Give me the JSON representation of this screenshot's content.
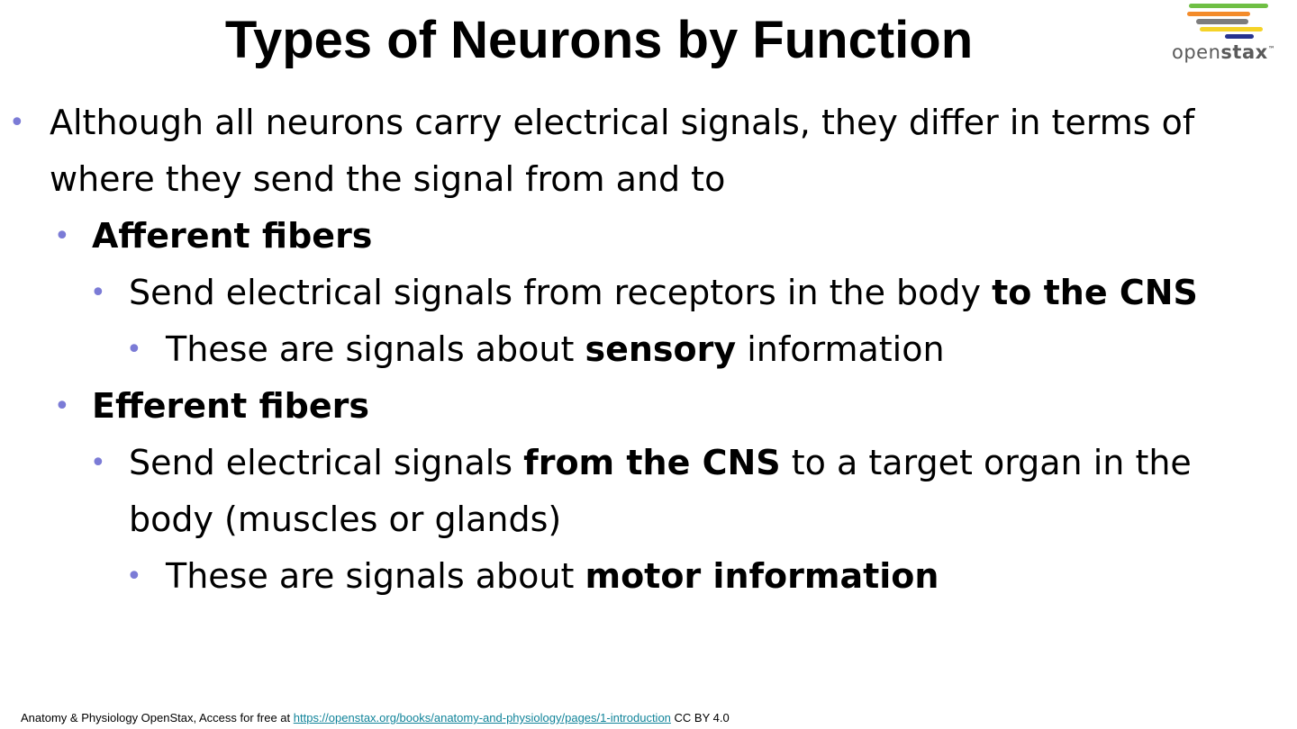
{
  "slide": {
    "title": "Types of Neurons by Function",
    "logo": {
      "text_open": "open",
      "text_stax": "stax",
      "trademark": "™",
      "colors": [
        "#f38b2a",
        "#6fbf44",
        "#7d7d7d",
        "#f5d328",
        "#26338f"
      ]
    },
    "bullets": {
      "b1": "Although all neurons carry electrical signals, they differ in terms of where they send the signal from and to",
      "afferent_heading": "Afferent fibers",
      "afferent_desc_pre": "Send electrical signals from receptors in the body ",
      "afferent_desc_bold": "to the CNS",
      "afferent_sub_pre": "These are signals about ",
      "afferent_sub_bold": "sensory",
      "afferent_sub_post": " information",
      "efferent_heading": "Efferent fibers",
      "efferent_desc_pre": "Send electrical signals ",
      "efferent_desc_bold": "from the CNS",
      "efferent_desc_post": " to a target organ in the body (muscles or glands)",
      "efferent_sub_pre": "These are signals about ",
      "efferent_sub_bold": "motor information"
    },
    "bullet_color": "#7b7bd6",
    "footer": {
      "prefix": "Anatomy & Physiology OpenStax, Access for free at ",
      "link_text": "https://openstax.org/books/anatomy-and-physiology/pages/1-introduction",
      "suffix": " CC BY 4.0"
    }
  }
}
